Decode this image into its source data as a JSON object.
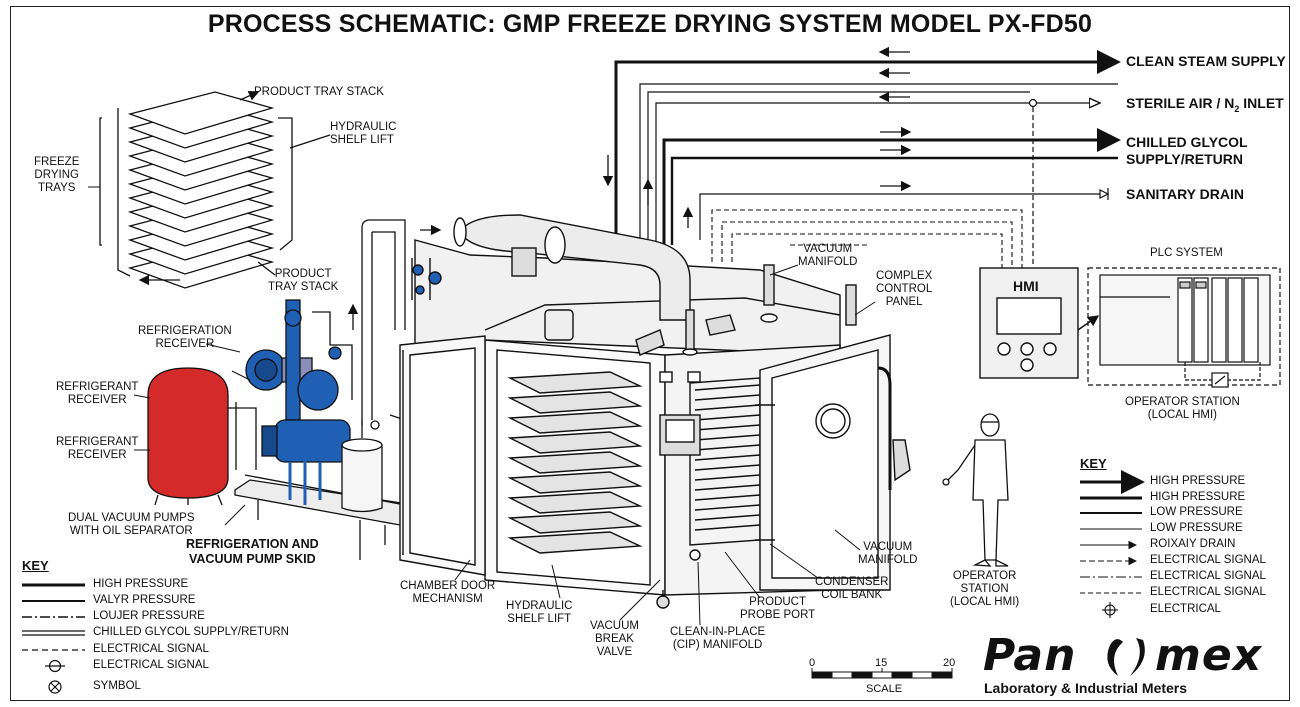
{
  "title": "PROCESS SCHEMATIC: GMP FREEZE DRYING SYSTEM MODEL PX-FD50",
  "utilities": [
    {
      "label": "CLEAN STEAM SUPPLY"
    },
    {
      "label": "STERILE AIR / N",
      "sub": "2",
      "tail": " INLET"
    },
    {
      "label": "CHILLED GLYCOL",
      "line2": "SUPPLY/RETURN"
    },
    {
      "label": "SANITARY DRAIN"
    }
  ],
  "labels": {
    "tray_stack_top": "PRODUCT TRAY STACK",
    "hydraulic_shelf_lift_top": [
      "HYDRAULIC",
      "SHELF LIFT"
    ],
    "freeze_drying_trays": [
      "FREEZE",
      "DRYING",
      "TRAYS"
    ],
    "tray_stack_bottom": [
      "PRODUCT",
      "TRAY STACK"
    ],
    "refrigeration_receiver": [
      "REFRIGERATION",
      "RECEIVER"
    ],
    "refrigerant_receiver_1": [
      "REFRIGERANT",
      "RECEIVER"
    ],
    "refrigerant_receiver_2": [
      "REFRIGERANT",
      "RECEIVER"
    ],
    "dual_vacuum_pumps": [
      "DUAL VACUUM PUMPS",
      "WITH OIL SEPARATOR"
    ],
    "skid": [
      "REFRIGERATION AND",
      "VACUUM PUMP SKID"
    ],
    "chamber_door": [
      "CHAMBER DOOR",
      "MECHANISM"
    ],
    "hydraulic_shelf_lift_bottom": [
      "HYDRAULIC",
      "SHELF LIFT"
    ],
    "vacuum_break_valve": [
      "VACUUM",
      "BREAK",
      "VALVE"
    ],
    "cip_manifold": [
      "CLEAN-IN-PLACE",
      "(CIP) MANIFOLD"
    ],
    "product_probe_port": [
      "PRODUCT",
      "PROBE PORT"
    ],
    "condenser_coil_bank": [
      "CONDENSER",
      "COIL BANK"
    ],
    "vacuum_manifold_bottom": [
      "VACUUM",
      "MANIFOLD"
    ],
    "vacuum_manifold_top": [
      "VACUUM",
      "MANIFOLD"
    ],
    "complex_control_panel": [
      "COMPLEX",
      "CONTROL",
      "PANEL"
    ],
    "hmi": "HMI",
    "plc_system": "PLC SYSTEM",
    "operator_station_right": [
      "OPERATOR STATION",
      "(LOCAL HMI)"
    ],
    "operator_station_bottom": [
      "OPERATOR",
      "STATION",
      "(LOCAL HMI)"
    ]
  },
  "key_left": {
    "title": "KEY",
    "rows": [
      {
        "style": "heavy",
        "label": "HIGH PRESSURE"
      },
      {
        "style": "medium",
        "label": "VALYR PRESSURE"
      },
      {
        "style": "dashdot",
        "label": "LOUJER PRESSURE"
      },
      {
        "style": "double",
        "label": "CHILLED GLYCOL SUPPLY/RETURN"
      },
      {
        "style": "dashed",
        "label": "ELECTRICAL SIGNAL"
      },
      {
        "style": "circle-arrow",
        "label": "ELECTRICAL SIGNAL"
      },
      {
        "style": "circle-x",
        "label": "SYMBOL"
      }
    ]
  },
  "key_right": {
    "title": "KEY",
    "rows": [
      {
        "style": "heavy-arrow",
        "label": "HIGH PRESSURE"
      },
      {
        "style": "heavy",
        "label": "HIGH PRESSURE"
      },
      {
        "style": "medium",
        "label": "LOW PRESSURE"
      },
      {
        "style": "thin",
        "label": "LOW PRESSURE"
      },
      {
        "style": "arrow",
        "label": "ROIXAIY DRAIN"
      },
      {
        "style": "dash-arrow",
        "label": "ELECTRICAL SIGNAL"
      },
      {
        "style": "dashdot",
        "label": "ELECTRICAL SIGNAL"
      },
      {
        "style": "dashed",
        "label": "ELECTRICAL SIGNAL"
      },
      {
        "style": "crosshair",
        "label": "ELECTRICAL"
      }
    ]
  },
  "scale": {
    "ticks": [
      "0",
      "15",
      "20"
    ],
    "label": "SCALE"
  },
  "brand": {
    "name_a": "Pan",
    "name_b": "mex",
    "tagline": "Laboratory & Industrial Meters"
  },
  "colors": {
    "receiver_tank": "#d42a2a",
    "pump_blue": "#1f5fb4",
    "line": "#111111",
    "panel_grey": "#e9e9e9"
  }
}
